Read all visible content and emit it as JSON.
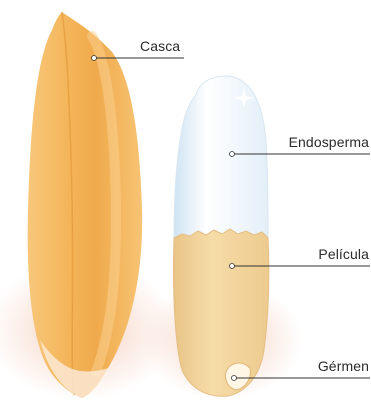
{
  "labels": {
    "husk": "Casca",
    "endosperm": "Endosperma",
    "bran": "Película",
    "germ": "Gérmen"
  },
  "colors": {
    "husk": "#F5B75C",
    "husk_highlight": "#F8C97A",
    "husk_shadow": "#E59A3A",
    "endosperm": "#E8F3FB",
    "bran": "#F1D39B",
    "leader_line": "#333333",
    "glow": "#F3C9B4"
  }
}
